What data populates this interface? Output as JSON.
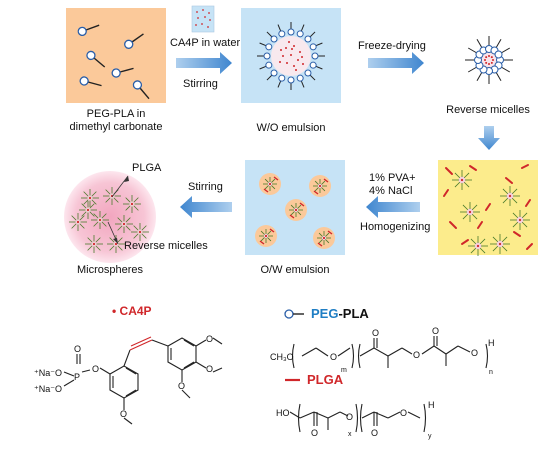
{
  "workflow": {
    "box1_label_line1": "PEG-PLA in",
    "box1_label_line2": "dimethyl carbonate",
    "ca4p_water": "CA4P in water",
    "stirring": "Stirring",
    "wo_emulsion": "W/O emulsion",
    "freeze_drying": "Freeze-drying",
    "reverse_micelles": "Reverse micelles",
    "pva_line1": "1% PVA+",
    "pva_line2": "4% NaCl",
    "homogenizing": "Homogenizing",
    "ow_emulsion": "O/W emulsion",
    "stirring2": "Stirring",
    "plga": "PLGA",
    "reverse_micelles_callout": "Reverse micelles",
    "microspheres": "Microspheres"
  },
  "legend": {
    "ca4p_bullet": "•",
    "ca4p": "CA4P",
    "peg": "PEG",
    "pla": "-PLA",
    "plga": "PLGA"
  },
  "colors": {
    "orange_box": "#fbc99a",
    "blue_box": "#c6e3f6",
    "yellow_box": "#fcec8c",
    "arrow": "#4a90d2",
    "red": "#d0272a",
    "blue_text": "#1f7ec4",
    "microsphere": "#f5b8cc"
  }
}
